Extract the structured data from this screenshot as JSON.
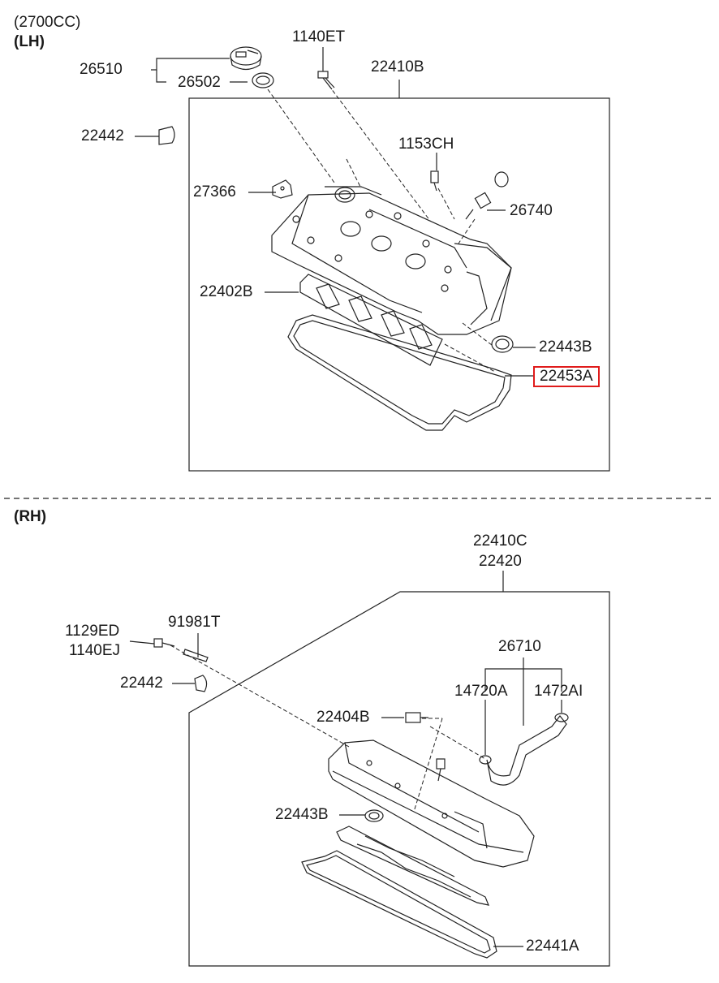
{
  "header": {
    "engine": "(2700CC)"
  },
  "sections": {
    "lh": {
      "title": "(LH)",
      "parts": {
        "p26510": "26510",
        "p26502": "26502",
        "p1140ET": "1140ET",
        "p22410B": "22410B",
        "p22442": "22442",
        "p1153CH": "1153CH",
        "p27366": "27366",
        "p26740": "26740",
        "p22402B": "22402B",
        "p22443B": "22443B",
        "p22453A": "22453A"
      },
      "highlighted_part": "22453A",
      "highlight_color": "#e01b1b"
    },
    "rh": {
      "title": "(RH)",
      "parts": {
        "p22410C": "22410C",
        "p22420": "22420",
        "p1129ED": "1129ED",
        "p1140EJ": "1140EJ",
        "p91981T": "91981T",
        "p22442": "22442",
        "p26710": "26710",
        "p14720A": "14720A",
        "p1472AI": "1472AI",
        "p22404B": "22404B",
        "p22443B": "22443B",
        "p22441A": "22441A"
      }
    }
  }
}
